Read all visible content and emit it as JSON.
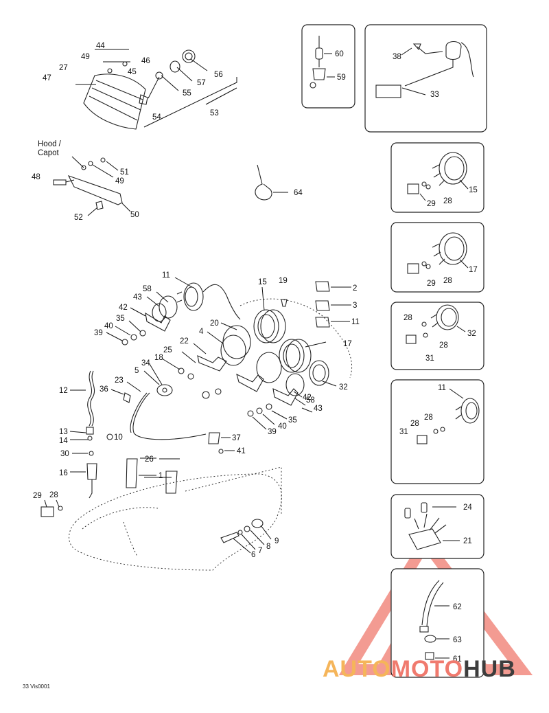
{
  "diagram": {
    "hood_label_line1": "Hood /",
    "hood_label_line2": "Capot",
    "code": "33 Vis0001",
    "callouts": {
      "c44": "44",
      "c49a": "49",
      "c46": "46",
      "c45": "45",
      "c27": "27",
      "c47": "47",
      "c56": "56",
      "c57": "57",
      "c55": "55",
      "c54": "54",
      "c53": "53",
      "c60": "60",
      "c59": "59",
      "c38": "38",
      "c33": "33",
      "c51": "51",
      "c49b": "49",
      "c48": "48",
      "c52": "52",
      "c50": "50",
      "c64": "64",
      "p1_15": "15",
      "p1_29": "29",
      "p1_28": "28",
      "p2_17": "17",
      "p2_29": "29",
      "p2_28": "28",
      "p3_28a": "28",
      "p3_32": "32",
      "p3_28b": "28",
      "p3_31": "31",
      "p4_11": "11",
      "p4_28a": "28",
      "p4_28b": "28",
      "p4_31": "31",
      "p5_24": "24",
      "p5_21": "21",
      "p6_62": "62",
      "p6_63": "63",
      "p6_61": "61",
      "m11": "11",
      "m15": "15",
      "m19": "19",
      "m2": "2",
      "m3": "3",
      "m11b": "11",
      "m58a": "58",
      "m43a": "43",
      "m42a": "42",
      "m35a": "35",
      "m40a": "40",
      "m39a": "39",
      "m20": "20",
      "m4": "4",
      "m17": "17",
      "m22": "22",
      "m25": "25",
      "m18": "18",
      "m34": "34",
      "m5": "5",
      "m23": "23",
      "m36": "36",
      "m32": "32",
      "m42b": "42",
      "m58b": "58",
      "m43b": "43",
      "m35b": "35",
      "m40b": "40",
      "m39b": "39",
      "m12": "12",
      "m13": "13",
      "m14": "14",
      "m10": "10",
      "m30": "30",
      "m16": "16",
      "m37": "37",
      "m41": "41",
      "m26": "26",
      "m1": "1",
      "m29": "29",
      "m28": "28",
      "m9": "9",
      "m8": "8",
      "m7": "7",
      "m6": "6"
    }
  },
  "watermark": {
    "part1": "AUTO",
    "part2": "MOTO",
    "part3": "HUB"
  },
  "colors": {
    "watermark_triangle": "#f07a6e",
    "watermark_auto": "#f5b55a",
    "watermark_moto": "#f07a6e",
    "watermark_hub": "#3d3d3d"
  }
}
